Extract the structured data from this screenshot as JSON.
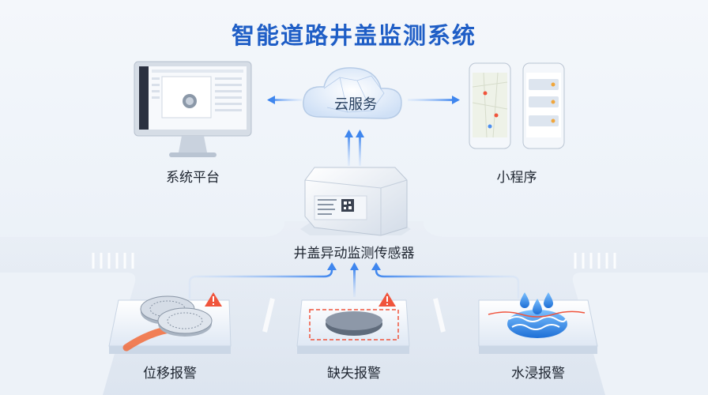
{
  "title": "智能道路井盖监测系统",
  "nodes": {
    "platform": {
      "label": "系统平台",
      "icon": "monitor-icon"
    },
    "cloud": {
      "label": "云服务",
      "icon": "cloud-icon"
    },
    "miniapp": {
      "label": "小程序",
      "icon": "phone-icon"
    },
    "sensor": {
      "label": "井盖异动监测传感器",
      "icon": "sensor-box-icon"
    },
    "displacement": {
      "label": "位移报警",
      "icon": "displaced-cover-icon"
    },
    "missing": {
      "label": "缺失报警",
      "icon": "missing-cover-icon"
    },
    "flood": {
      "label": "水浸报警",
      "icon": "flood-icon"
    }
  },
  "colors": {
    "title": "#1f5ec6",
    "arrow": "#4d8ff0",
    "warning": "#f0543c",
    "water": "#2a7fe0"
  }
}
